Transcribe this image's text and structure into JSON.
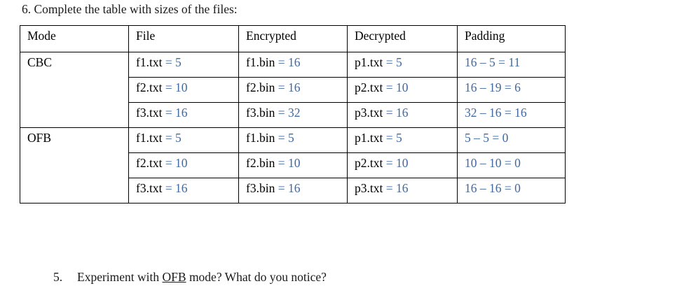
{
  "document": {
    "top_prompt": "6. Complete the table with sizes of the files:",
    "bottom_prompt": {
      "number": "5.",
      "before": "Experiment with ",
      "underlined": "OFB",
      "after": " mode? What do you notice?"
    }
  },
  "colors": {
    "value_blue": "#41699F",
    "text_black": "#1a1a1a",
    "border": "#000000",
    "background": "#ffffff"
  },
  "table": {
    "headers": [
      "Mode",
      "File",
      "Encrypted",
      "Decrypted",
      "Padding"
    ],
    "groups": [
      {
        "mode": "CBC",
        "rows": [
          {
            "file_name": "f1.txt",
            "file_value": " = 5",
            "encrypted_name": "f1.bin",
            "encrypted_value": " = 16",
            "decrypted_name": "p1.txt",
            "decrypted_value": " = 5",
            "padding": "16 – 5 = 11"
          },
          {
            "file_name": "f2.txt",
            "file_value": " = 10",
            "encrypted_name": "f2.bin",
            "encrypted_value": " = 16",
            "decrypted_name": "p2.txt",
            "decrypted_value": " = 10",
            "padding": "16 – 19 = 6"
          },
          {
            "file_name": "f3.txt",
            "file_value": " = 16",
            "encrypted_name": "f3.bin",
            "encrypted_value": " = 32",
            "decrypted_name": "p3.txt",
            "decrypted_value": " = 16",
            "padding": "32 – 16 = 16"
          }
        ]
      },
      {
        "mode": "OFB",
        "rows": [
          {
            "file_name": "f1.txt",
            "file_value": " = 5",
            "encrypted_name": "f1.bin",
            "encrypted_value": " = 5",
            "decrypted_name": "p1.txt",
            "decrypted_value": " = 5",
            "padding": "5 – 5 = 0"
          },
          {
            "file_name": "f2.txt",
            "file_value": " = 10",
            "encrypted_name": "f2.bin",
            "encrypted_value": " = 10",
            "decrypted_name": "p2.txt",
            "decrypted_value": " = 10",
            "padding": "10 – 10 = 0"
          },
          {
            "file_name": "f3.txt",
            "file_value": " = 16",
            "encrypted_name": "f3.bin",
            "encrypted_value": " = 16",
            "decrypted_name": "p3.txt",
            "decrypted_value": " = 16",
            "padding": "16 – 16 = 0"
          }
        ]
      }
    ]
  }
}
